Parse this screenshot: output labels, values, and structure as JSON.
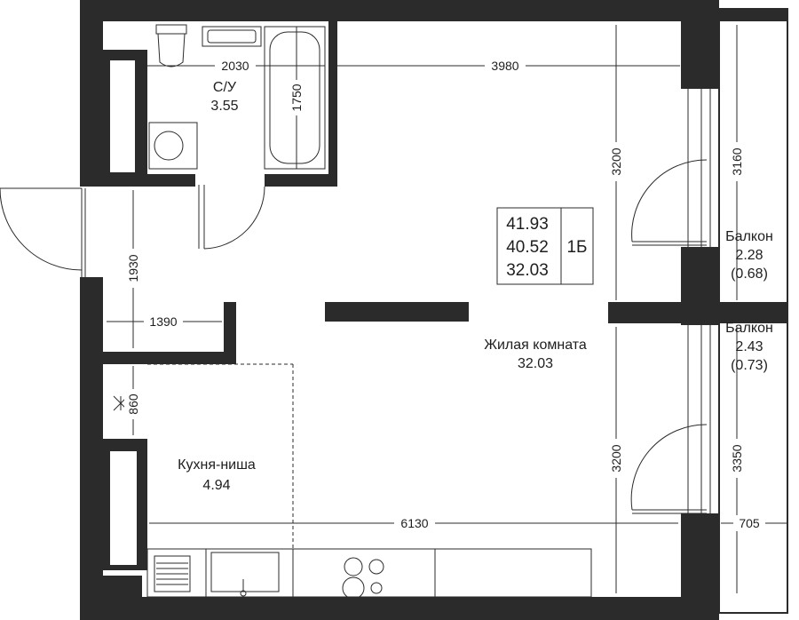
{
  "rooms": {
    "bathroom": {
      "name": "С/У",
      "area": "3.55"
    },
    "living": {
      "name": "Жилая комната",
      "area": "32.03"
    },
    "kitchen": {
      "name": "Кухня-ниша",
      "area": "4.94"
    },
    "balcony_top": {
      "name": "Балкон",
      "area": "2.28",
      "reduced": "(0.68)"
    },
    "balcony_bottom": {
      "name": "Балкон",
      "area": "2.43",
      "reduced": "(0.73)"
    }
  },
  "summary": {
    "total_area": "41.93",
    "living_total": "40.52",
    "living_room": "32.03",
    "type": "1Б"
  },
  "dimensions": {
    "bath_width": "2030",
    "room_width": "3980",
    "bath_tub": "1750",
    "room_height_top": "3200",
    "room_height_bottom": "3200",
    "balcony_top_len": "3160",
    "balcony_bottom_len": "3350",
    "hall_height": "1930",
    "hall_width": "1390",
    "kitchen_small": "860",
    "total_width": "6130",
    "balcony_depth": "705"
  },
  "colors": {
    "wall": "#2b2b2b",
    "line": "#2b2b2b",
    "background": "#ffffff"
  }
}
